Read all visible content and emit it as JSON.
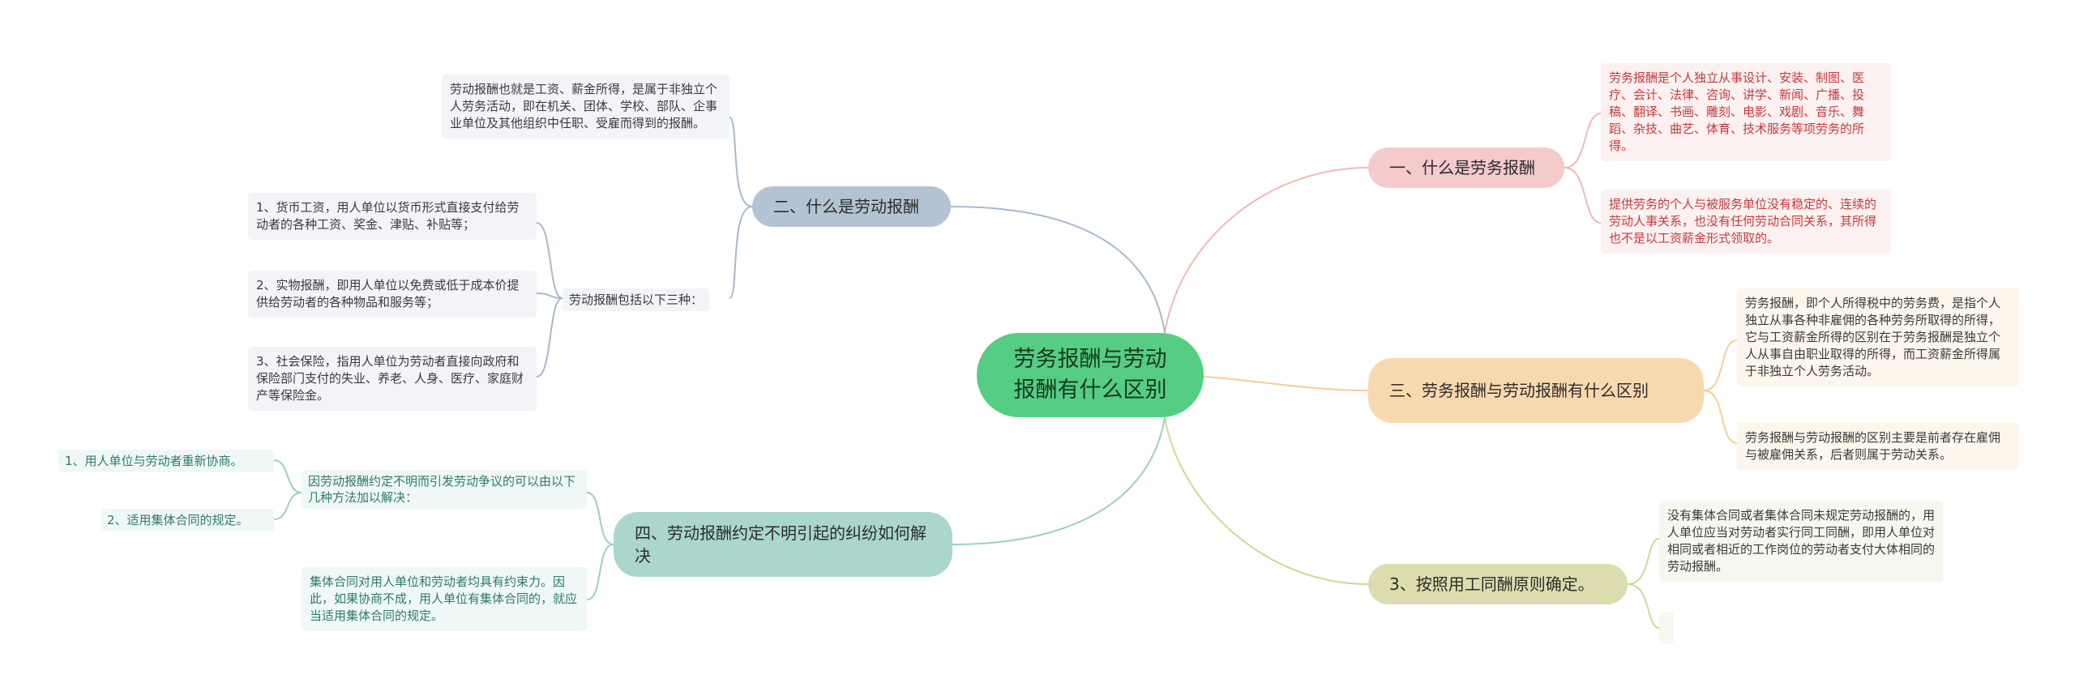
{
  "root": "劳务报酬与劳动报酬有什么区别",
  "right": {
    "b1": {
      "label": "一、什么是劳务报酬",
      "leaves": [
        "劳务报酬是个人独立从事设计、安装、制图、医疗、会计、法律、咨询、讲学、新闻、广播、投稿、翻译、书画、雕刻、电影、戏剧、音乐、舞蹈、杂技、曲艺、体育、技术服务等项劳务的所得。",
        "提供劳务的个人与被服务单位没有稳定的、连续的劳动人事关系，也没有任何劳动合同关系，其所得也不是以工资薪金形式领取的。"
      ]
    },
    "b2": {
      "label": "三、劳务报酬与劳动报酬有什么区别",
      "leaves": [
        "劳务报酬，即个人所得税中的劳务费，是指个人独立从事各种非雇佣的各种劳务所取得的所得，它与工资薪金所得的区别在于劳务报酬是独立个人从事自由职业取得的所得，而工资薪金所得属于非独立个人劳务活动。",
        "劳务报酬与劳动报酬的区别主要是前者存在雇佣与被雇佣关系，后者则属于劳动关系。"
      ]
    },
    "b3": {
      "label": "3、按照用工同酬原则确定。",
      "leaves": [
        "没有集体合同或者集体合同未规定劳动报酬的，用人单位应当对劳动者实行同工同酬，即用人单位对相同或者相近的工作岗位的劳动者支付大体相同的劳动报酬。",
        ""
      ]
    }
  },
  "left": {
    "b4": {
      "label": "二、什么是劳动报酬",
      "leaf": "劳动报酬也就是工资、薪金所得，是属于非独立个人劳务活动，即在机关、团体、学校、部队、企事业单位及其他组织中任职、受雇而得到的报酬。",
      "sub_label": "劳动报酬包括以下三种：",
      "sub_leaves": [
        "1、货币工资，用人单位以货币形式直接支付给劳动者的各种工资、奖金、津贴、补贴等；",
        "2、实物报酬，即用人单位以免费或低于成本价提供给劳动者的各种物品和服务等；",
        "3、社会保险，指用人单位为劳动者直接向政府和保险部门支付的失业、养老、人身、医疗、家庭财产等保险金。"
      ]
    },
    "b5": {
      "label": "四、劳动报酬约定不明引起的纠纷如何解决",
      "sub_label": "因劳动报酬约定不明而引发劳动争议的可以由以下几种方法加以解决：",
      "sub_leaves": [
        "1、用人单位与劳动者重新协商。",
        "2、适用集体合同的规定。"
      ],
      "leaf": "集体合同对用人单位和劳动者均具有约束力。因此，如果协商不成，用人单位有集体合同的，就应当适用集体合同的规定。"
    }
  },
  "colors": {
    "root": "#55cd84",
    "b1": "#f4caca",
    "b2": "#f8d9ad",
    "b3": "#dcdcae",
    "b4": "#b4c3d3",
    "b5": "#aad6cc"
  }
}
